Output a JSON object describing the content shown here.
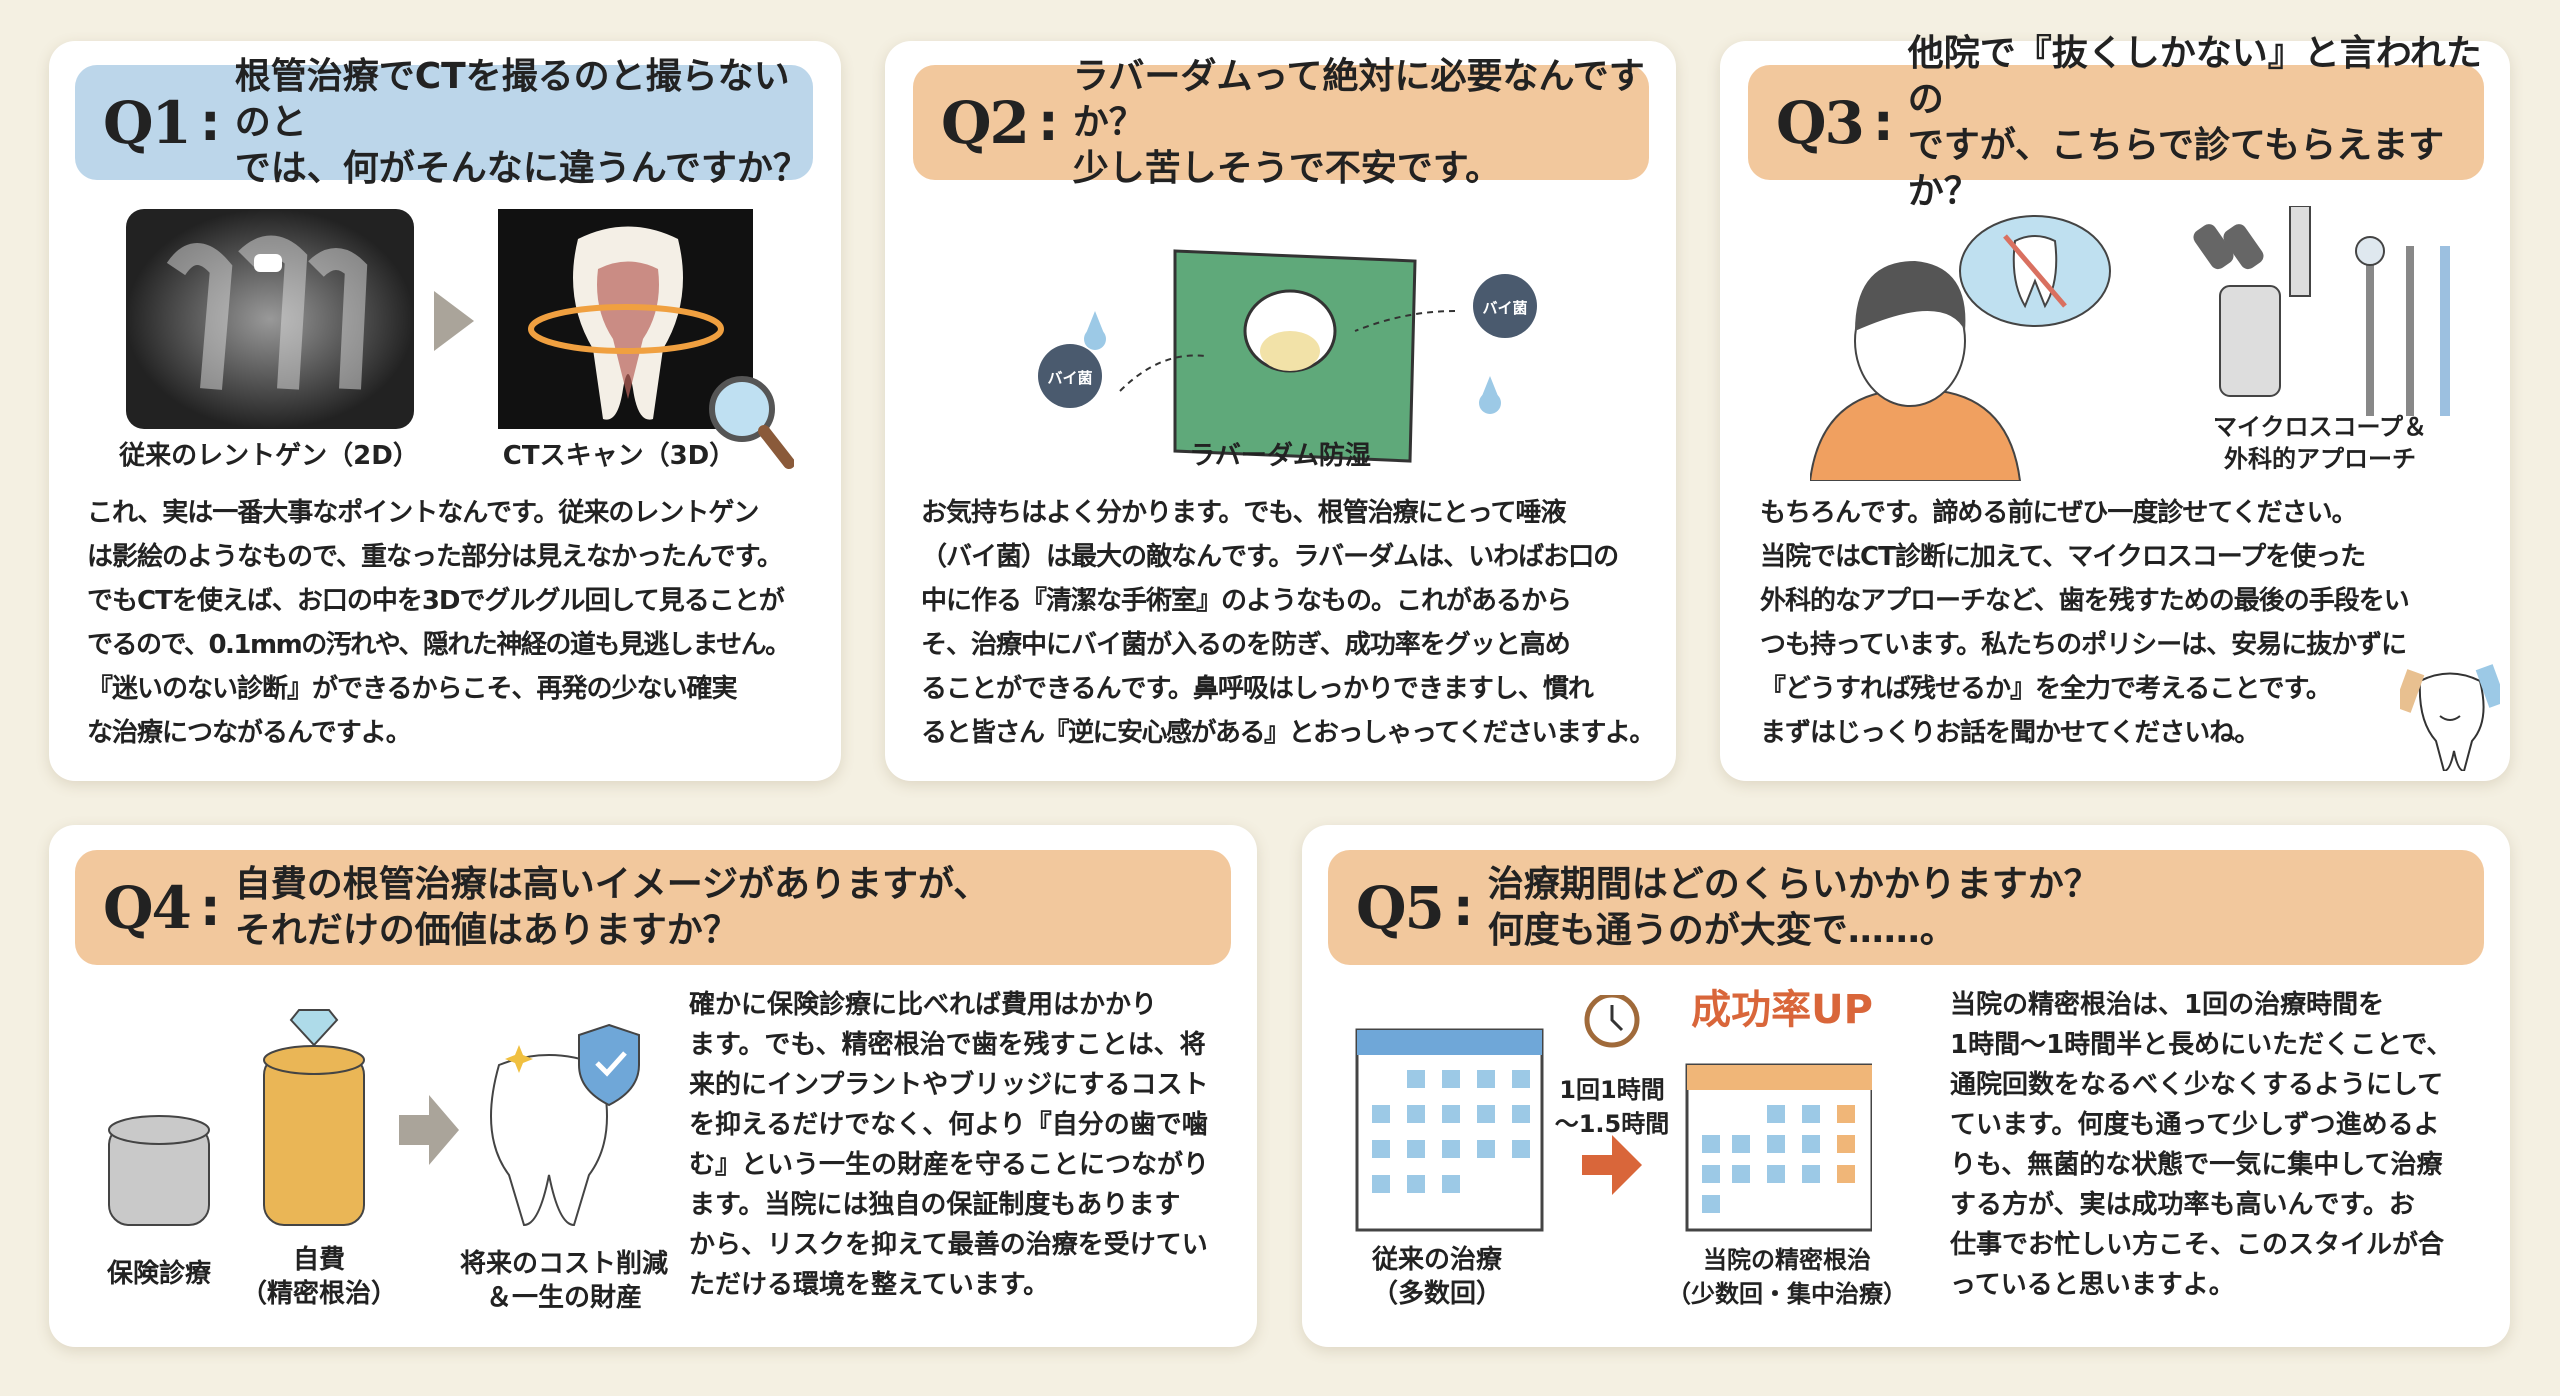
{
  "cards": [
    {
      "num": "Q1",
      "colon": ":",
      "question": [
        "根管治療でCTを撮るのと撮らないのと",
        "では、何がそんなに違うんですか？"
      ],
      "labels": [
        "従来のレントゲン（2D）",
        "CTスキャン（3D）"
      ],
      "body": [
        "これ、実は一番大事なポイントなんです。従来のレントゲン",
        "は影絵のようなもので、重なった部分は見えなかったんです。",
        "でもCTを使えば、お口の中を3Dでグルグル回して見ることが",
        "でるので、0.1mmの汚れや、隠れた神経の道も見逃しません。",
        "『迷いのない診断』ができるからこそ、再発の少ない確実",
        "な治療につながるんですよ。"
      ]
    },
    {
      "num": "Q2",
      "colon": ":",
      "question": [
        "ラバーダムって絶対に必要なんですか？",
        "少し苦しそうで不安です。"
      ],
      "labels": [
        "ラバーダム防湿",
        "バイ菌",
        "バイ菌"
      ],
      "body": [
        "お気持ちはよく分かります。でも、根管治療にとって唾液",
        "（バイ菌）は最大の敵なんです。ラバーダムは、いわばお口の",
        "中に作る『清潔な手術室』のようなもの。これがあるから",
        "そ、治療中にバイ菌が入るのを防ぎ、成功率をグッと高め",
        "ることができるんです。鼻呼吸はしっかりできますし、慣れ",
        "ると皆さん『逆に安心感がある』とおっしゃってくださいますよ。"
      ]
    },
    {
      "num": "Q3",
      "colon": ":",
      "question": [
        "他院で『抜くしかない』と言われたの",
        "ですが、こちらで診てもらえますか？"
      ],
      "labels": [
        "マイクロスコープ＆",
        "外科的アプローチ"
      ],
      "body": [
        "もちろんです。諦める前にぜひ一度診せてください。",
        "当院ではCT診断に加えて、マイクロスコープを使った",
        "外科的なアプローチなど、歯を残すための最後の手段をい",
        "つも持っています。私たちのポリシーは、安易に抜かずに",
        "『どうすれば残せるか』を全力で考えることです。",
        "まずはじっくりお話を聞かせてくださいね。"
      ]
    },
    {
      "num": "Q4",
      "colon": ":",
      "question": [
        "自費の根管治療は高いイメージがありますが、",
        "それだけの価値はありますか？"
      ],
      "labels": [
        "保険診療",
        "自費",
        "（精密根治）",
        "将来のコスト削減",
        "＆一生の財産"
      ],
      "body": [
        "確かに保険診療に比べれば費用はかかり",
        "ます。でも、精密根治で歯を残すことは、将",
        "来的にインプラントやブリッジにするコスト",
        "を抑えるだけでなく、何より『自分の歯で噛",
        "む』という一生の財産を守ることにつながり",
        "ます。当院には独自の保証制度もあります",
        "から、リスクを抑えて最善の治療を受けてい",
        "ただける環境を整えています。"
      ]
    },
    {
      "num": "Q5",
      "colon": ":",
      "question": [
        "治療期間はどのくらいかかりますか？",
        "何度も通うのが大変で……。"
      ],
      "labels": [
        "従来の治療",
        "（多数回）",
        "1回1時間",
        "〜1.5時間",
        "成功率UP",
        "当院の精密根治",
        "（少数回・集中治療）"
      ],
      "body": [
        "当院の精密根治は、1回の治療時間を",
        "1時間〜1時間半と長めにいただくことで、",
        "通院回数をなるべく少なくするようにして",
        "ています。何度も通って少しずつ進めるよ",
        "りも、無菌的な状態で一気に集中して治療",
        "する方が、実は成功率も高いんです。お",
        "仕事でお忙しい方こそ、このスタイルが合",
        "っていると思いますよ。"
      ]
    }
  ],
  "colors": {
    "background": "#f4f0e2",
    "q1_header": "#bcd6ea",
    "header": "#f2c89d",
    "accent": "#d9663a"
  }
}
